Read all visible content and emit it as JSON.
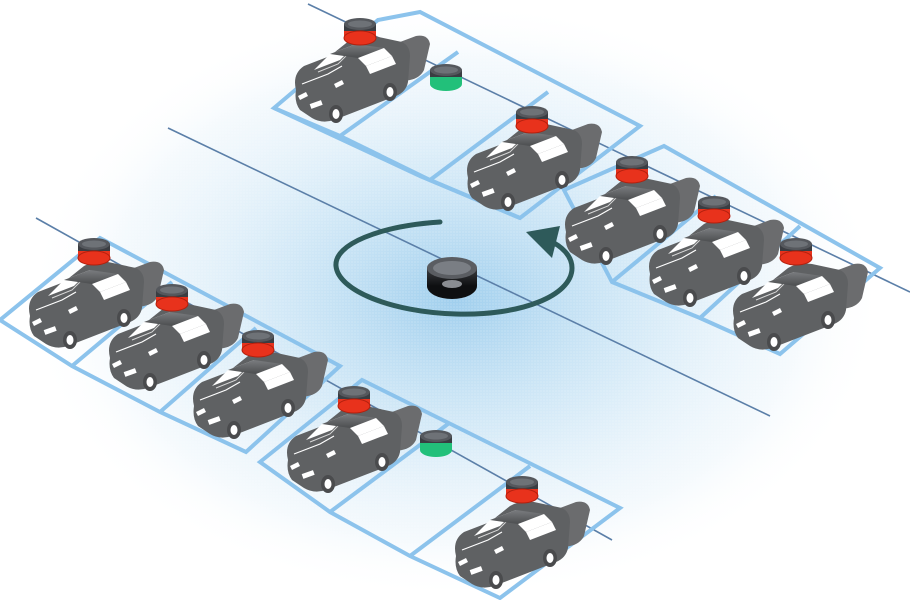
{
  "colors": {
    "background": "#ffffff",
    "field": "#8fc6ea",
    "parking_line": "#8cc3ec",
    "bus_line": "#5b7fa8",
    "car_body": "#5f6163",
    "car_shadow": "#6b6c6e",
    "car_window": "#ffffff",
    "sensor_occupied": "#e8321c",
    "sensor_vacant": "#22c07a",
    "sensor_cap": "#3a3d42",
    "gateway": "#222428",
    "arrow": "#2e5a5a"
  },
  "icons": {
    "vehicle": "car-icon",
    "occupied_sensor": "parking-sensor-occupied-icon",
    "vacant_sensor": "parking-sensor-vacant-icon",
    "gateway": "wireless-gateway-icon",
    "scan_arrow": "rotation-arrow-icon"
  },
  "parking_rows": [
    {
      "name": "top-row",
      "slots": [
        "occupied",
        "vacant",
        "occupied"
      ]
    },
    {
      "name": "right-row",
      "slots": [
        "occupied",
        "occupied",
        "occupied"
      ]
    },
    {
      "name": "left-row",
      "slots": [
        "occupied",
        "occupied",
        "occupied"
      ]
    },
    {
      "name": "bottom-row",
      "slots": [
        "occupied",
        "vacant",
        "occupied"
      ]
    }
  ]
}
